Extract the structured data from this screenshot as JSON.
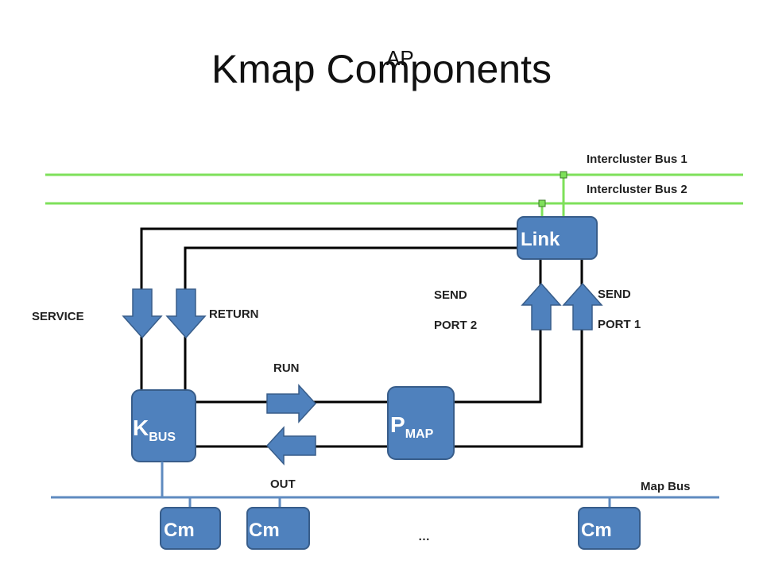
{
  "title": "Kmap Components",
  "title_overlay": "AP",
  "buses": {
    "intercluster_1": "Intercluster Bus 1",
    "intercluster_2": "Intercluster Bus 2",
    "map_bus": "Map Bus"
  },
  "blocks": {
    "link": "Link",
    "kbus_main": "K",
    "kbus_sub": "BUS",
    "pmap_main": "P",
    "pmap_sub": "MAP",
    "cm": [
      "Cm",
      "Cm",
      "Cm"
    ],
    "ellipsis": "…"
  },
  "labels": {
    "service": "SERVICE",
    "return": "RETURN",
    "run": "RUN",
    "out": "OUT",
    "send_port2_line1": "SEND",
    "send_port2_line2": "PORT 2",
    "send_port1_line1": "SEND",
    "send_port1_line2": "PORT 1"
  },
  "colors": {
    "block_fill": "#4f81bd",
    "block_stroke": "#385d8a",
    "intercluster_bus": "#7ee05a",
    "map_bus": "#5f8bc0",
    "wire": "#000000"
  }
}
